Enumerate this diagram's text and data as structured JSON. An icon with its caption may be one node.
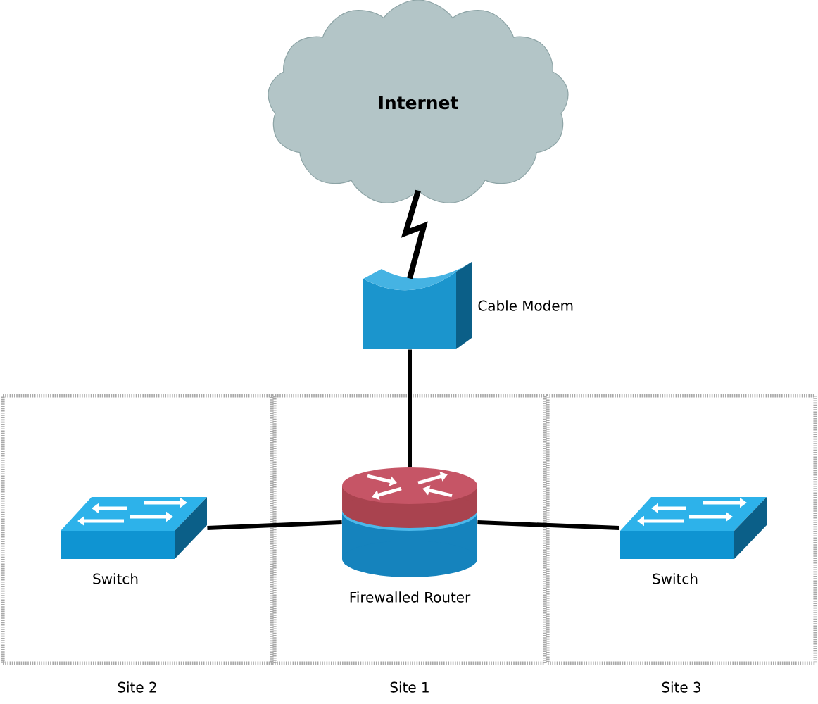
{
  "diagram": {
    "nodes": [
      {
        "text": [
          "Internet"
        ]
      },
      {
        "text": [],
        "shape": "picture",
        "beside": [
          "Cable Modem"
        ]
      },
      {
        "text": [
          "Site 2"
        ]
      },
      {
        "text": [],
        "shape": "picture",
        "beside": [
          "Switch"
        ],
        "in": 2
      },
      {
        "text": [
          "Site 1"
        ]
      },
      {
        "text": [],
        "shape": "picture",
        "beside": [
          "Firewalled Router"
        ],
        "in": 4
      },
      {
        "text": [
          "Site 3"
        ]
      },
      {
        "text": [],
        "shape": "picture",
        "beside": [
          "Switch"
        ],
        "in": 6
      }
    ],
    "edges": [
      {
        "from": 0,
        "to": 1,
        "arrow": "none"
      },
      {
        "from": 1,
        "to": 5,
        "arrow": "none"
      },
      {
        "from": 3,
        "to": 5,
        "arrow": "none"
      },
      {
        "from": 5,
        "to": 7,
        "arrow": "none"
      }
    ]
  }
}
